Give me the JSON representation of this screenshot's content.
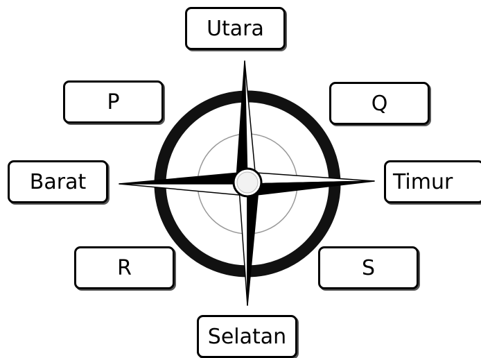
{
  "labels": {
    "north": "Utara",
    "northwest": "P",
    "northeast": "Q",
    "west": "Barat",
    "east": "Timur",
    "southwest": "R",
    "southeast": "S",
    "south": "Selatan"
  },
  "colors": {
    "ring": "#111111",
    "needle_dark": "#000000",
    "needle_light": "#ffffff",
    "diagonal_rays": "#7a7a7a",
    "thin_ring": "#999999"
  }
}
